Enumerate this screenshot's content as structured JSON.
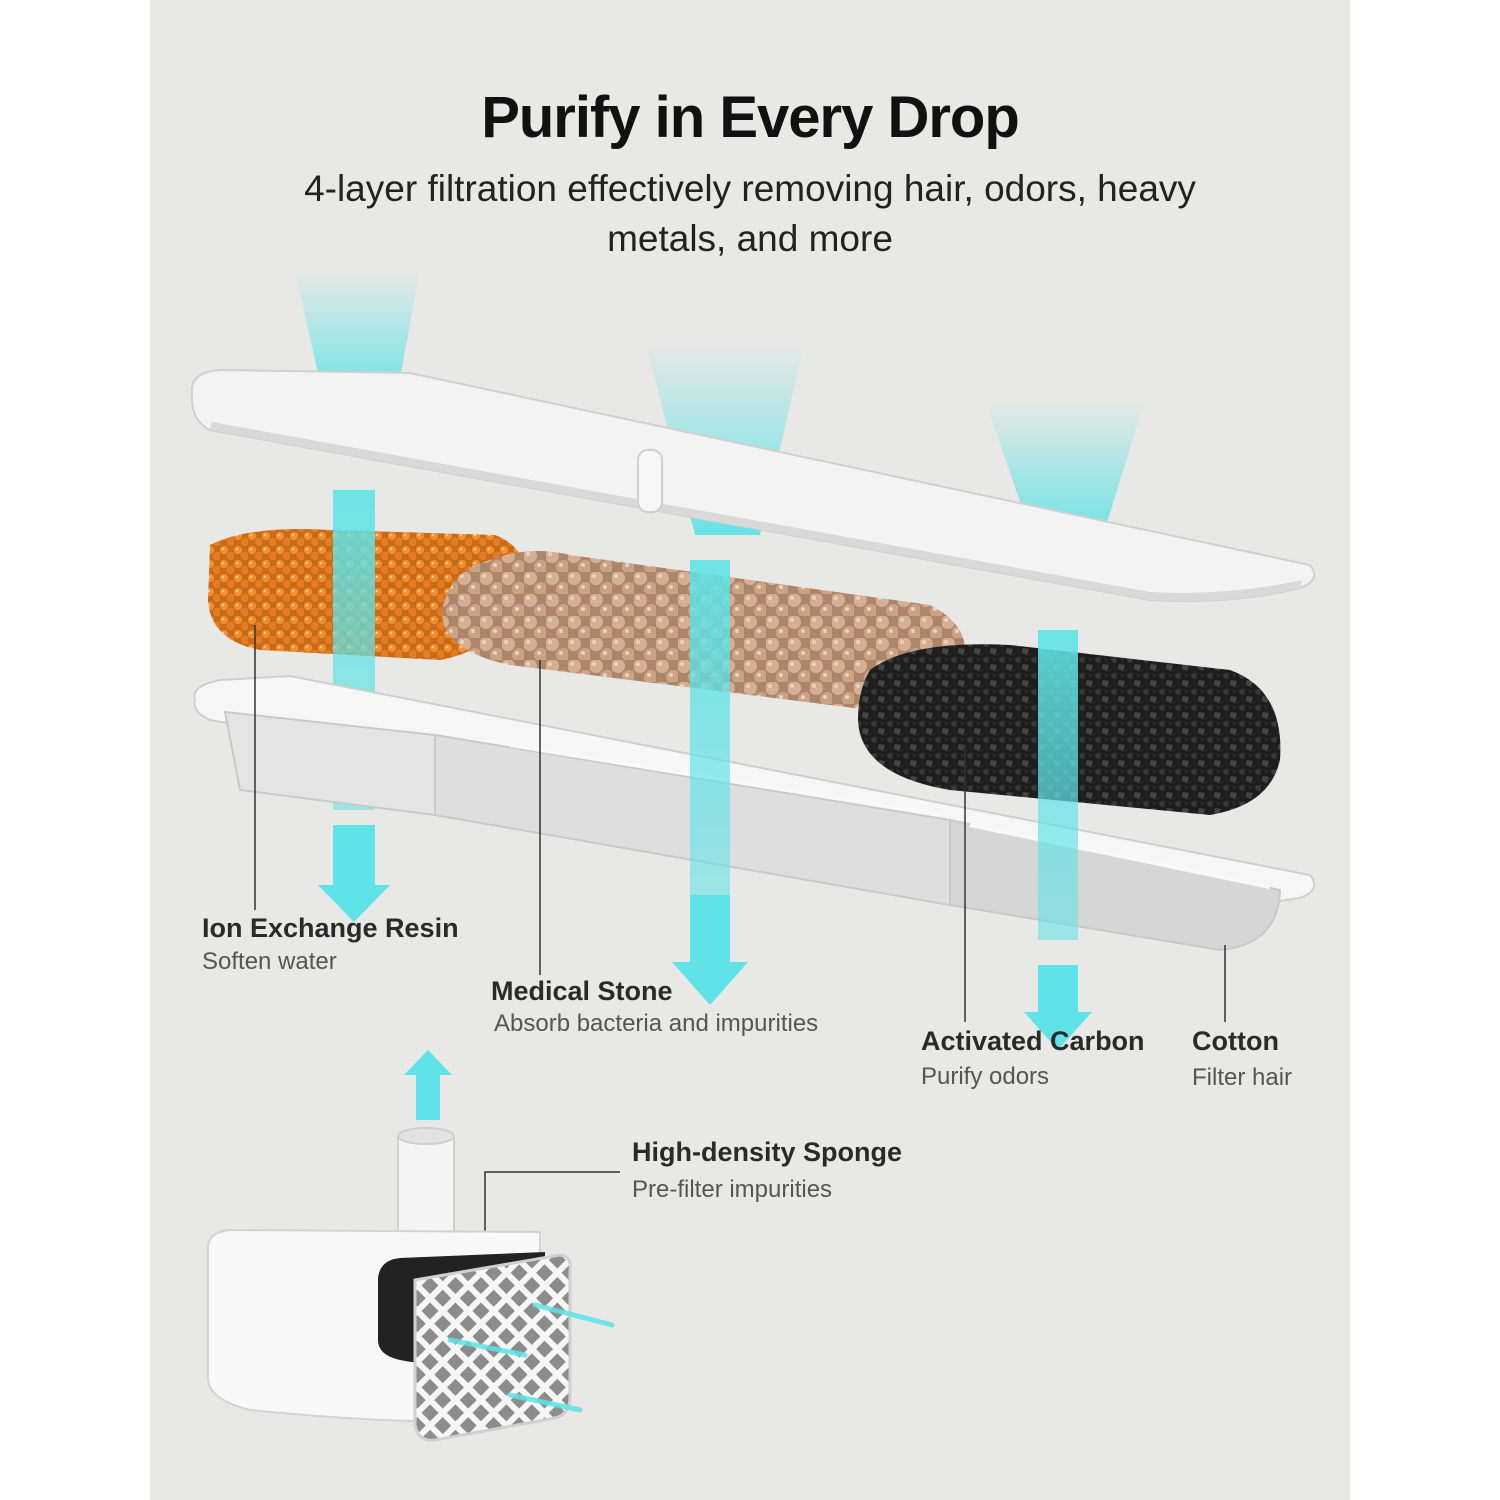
{
  "header": {
    "title": "Purify in Every Drop",
    "subtitle": "4-layer filtration effectively removing hair, odors, heavy metals, and more"
  },
  "layers": [
    {
      "name": "Ion Exchange Resin",
      "description": "Soften water"
    },
    {
      "name": "Medical Stone",
      "description": "Absorb bacteria and impurities"
    },
    {
      "name": "Activated Carbon",
      "description": "Purify odors"
    },
    {
      "name": "Cotton",
      "description": "Filter hair"
    }
  ],
  "prefilter": {
    "name": "High-density Sponge",
    "description": "Pre-filter impurities"
  },
  "colors": {
    "background": "#e8e8e6",
    "water": "#5fe3e6",
    "resin": "#e98a2a",
    "stone": "#c9a48a",
    "carbon": "#2a2a2a"
  }
}
